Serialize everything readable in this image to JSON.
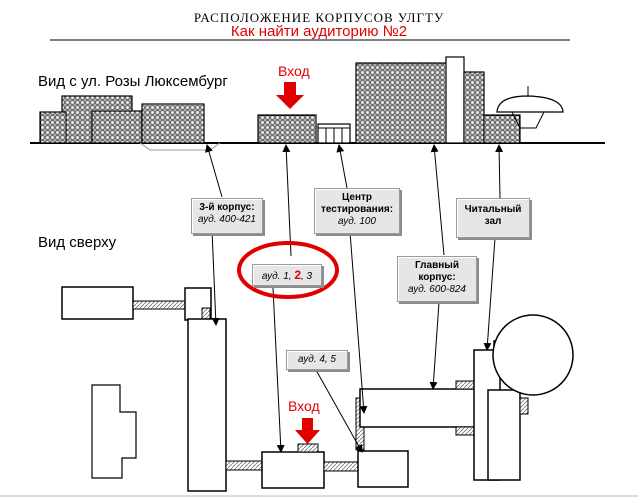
{
  "title": {
    "main": "РАСПОЛОЖЕНИЕ КОРПУСОВ УЛГТУ",
    "sub": "Как найти аудиторию №2"
  },
  "views": {
    "street": "Вид с ул. Розы Люксембург",
    "top": "Вид сверху"
  },
  "entrance": {
    "top": "Вход",
    "bottom": "Вход"
  },
  "callouts": {
    "building3": {
      "title": "3-й корпус:",
      "rooms": "ауд. 400-421"
    },
    "testing": {
      "title": "Центр тестирования:",
      "rooms": "ауд. 100"
    },
    "reading": {
      "title": "Читальный зал"
    },
    "main": {
      "title": "Главный корпус:",
      "rooms": "ауд. 600-824"
    },
    "rooms123": {
      "prefix": "ауд. 1, ",
      "highlight": "2",
      "suffix": ", 3"
    },
    "rooms45": {
      "rooms": "ауд. 4, 5"
    }
  },
  "colors": {
    "accent": "#e00000",
    "grid_fill": "#f4f4f4",
    "callout_bg": "#e6e6e6"
  }
}
